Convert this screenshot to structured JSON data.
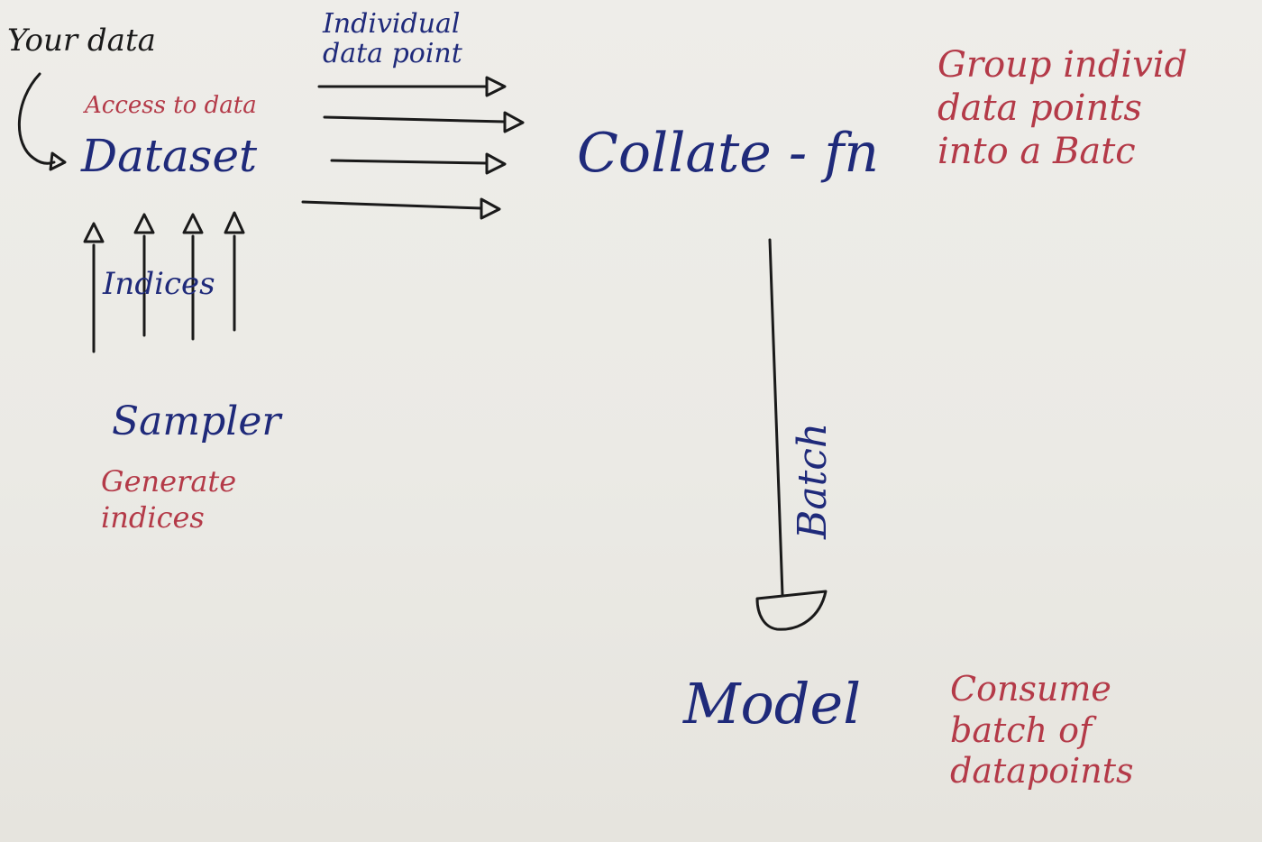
{
  "colors": {
    "blue_ink": "#1f2a7a",
    "black_ink": "#1a1a1a",
    "red_ink": "#b43a48"
  },
  "labels": {
    "your_data": "Your data",
    "individual_data_point": "Individual\ndata point",
    "access_to_data": "Access to data",
    "dataset": "Dataset",
    "collate_fn": "Collate - fn",
    "group_text": "Group individ\ndata points\ninto a Batc",
    "indices": "Indices",
    "sampler": "Sampler",
    "generate_indices": "Generate\nindices",
    "batch": "Batch",
    "model": "Model",
    "consume_text": "Consume\nbatch of\ndatapoints"
  }
}
